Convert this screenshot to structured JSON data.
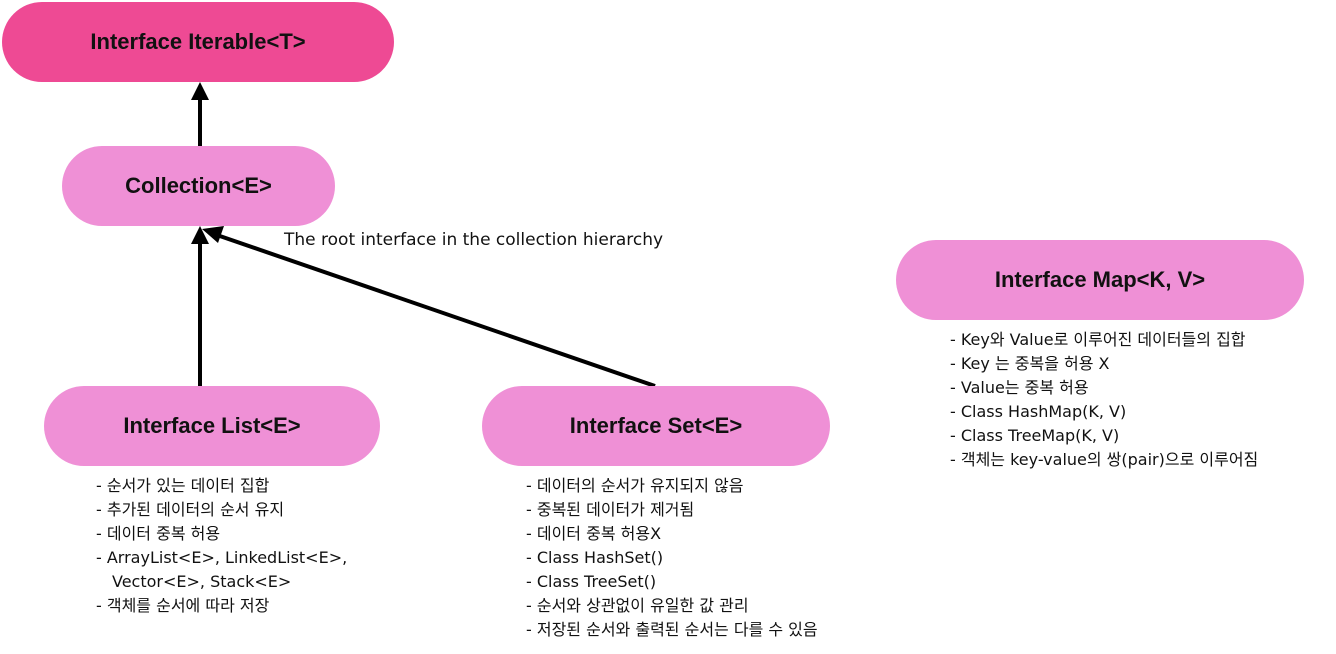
{
  "nodes": {
    "iterable": "Interface Iterable<T>",
    "collection": "Collection<E>",
    "list": "Interface List<E>",
    "set": "Interface Set<E>",
    "map": "Interface Map<K, V>"
  },
  "edge_label": "The root interface in the collection hierarchy",
  "list_notes": [
    "- 순서가 있는 데이터 집합",
    "- 추가된 데이터의 순서 유지",
    "- 데이터 중복 허용",
    "- ArrayList<E>, LinkedList<E>, Vector<E>, Stack<E>",
    "- 객체를 순서에 따라 저장"
  ],
  "set_notes": [
    "- 데이터의 순서가 유지되지 않음",
    "- 중복된 데이터가 제거됨",
    "- 데이터 중복 허용X",
    "- Class HashSet()",
    "- Class TreeSet()",
    "- 순서와 상관없이 유일한 값 관리",
    "- 저장된 순서와 출력된 순서는 다를 수 있음"
  ],
  "map_notes": [
    "- Key와 Value로 이루어진 데이터들의 집합",
    "- Key 는 중복을 허용 X",
    "- Value는 중복 허용",
    "- Class HashMap(K, V)",
    "- Class TreeMap(K, V)",
    "- 객체는 key-value의 쌍(pair)으로 이루어짐"
  ],
  "colors": {
    "iterable_fill": "#ee4a94",
    "interface_fill": "#ef90d6",
    "arrow": "#000000"
  }
}
